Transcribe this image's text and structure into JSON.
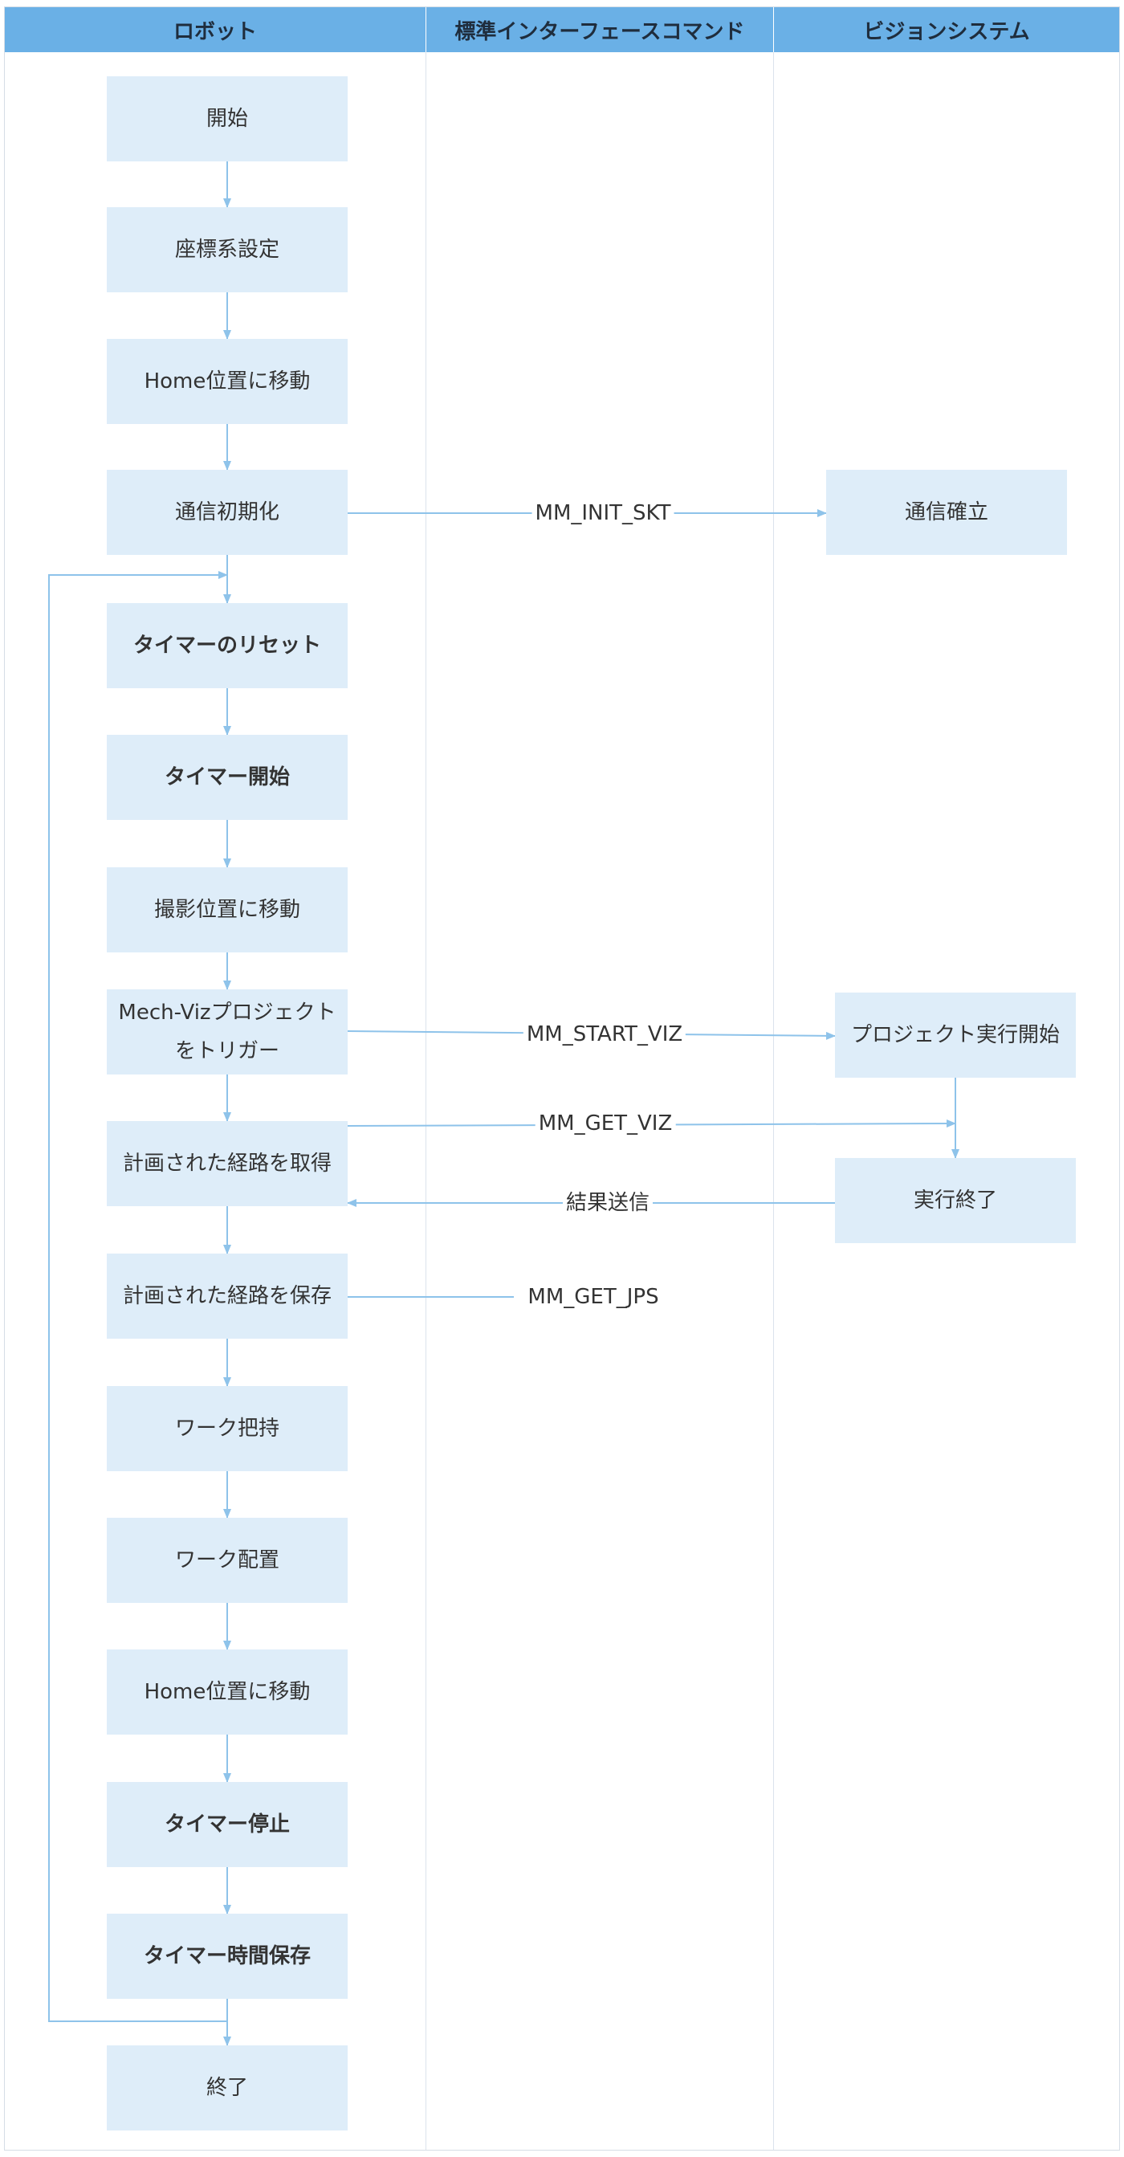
{
  "lanes": {
    "robot": "ロボット",
    "commands": "標準インターフェースコマンド",
    "vision": "ビジョンシステム"
  },
  "robot_steps": [
    {
      "id": "start",
      "label": "開始",
      "bold": false
    },
    {
      "id": "coord",
      "label": "座標系設定",
      "bold": false
    },
    {
      "id": "home1",
      "label": "Home位置に移動",
      "bold": false
    },
    {
      "id": "comm_init",
      "label": "通信初期化",
      "bold": false
    },
    {
      "id": "timer_reset",
      "label": "タイマーのリセット",
      "bold": true
    },
    {
      "id": "timer_start",
      "label": "タイマー開始",
      "bold": true
    },
    {
      "id": "capture_pos",
      "label": "撮影位置に移動",
      "bold": false
    },
    {
      "id": "trigger_viz",
      "label": "Mech-Vizプロジェクトをトリガー",
      "bold": false
    },
    {
      "id": "get_path",
      "label": "計画された経路を取得",
      "bold": false
    },
    {
      "id": "save_path",
      "label": "計画された経路を保存",
      "bold": false
    },
    {
      "id": "pick",
      "label": "ワーク把持",
      "bold": false
    },
    {
      "id": "place",
      "label": "ワーク配置",
      "bold": false
    },
    {
      "id": "home2",
      "label": "Home位置に移動",
      "bold": false
    },
    {
      "id": "timer_stop",
      "label": "タイマー停止",
      "bold": true
    },
    {
      "id": "timer_save",
      "label": "タイマー時間保存",
      "bold": true
    },
    {
      "id": "end",
      "label": "終了",
      "bold": false
    }
  ],
  "vision_steps": [
    {
      "id": "comm_established",
      "label": "通信確立"
    },
    {
      "id": "project_run",
      "label": "プロジェクト実行開始"
    },
    {
      "id": "run_done",
      "label": "実行終了"
    }
  ],
  "commands": {
    "init": "MM_INIT_SKT",
    "start_viz": "MM_START_VIZ",
    "get_viz": "MM_GET_VIZ",
    "result": "結果送信",
    "get_jps": "MM_GET_JPS"
  },
  "colors": {
    "header": "#6ab0e6",
    "node_fill": "#deedf9",
    "arrow": "#8ec3ea"
  }
}
